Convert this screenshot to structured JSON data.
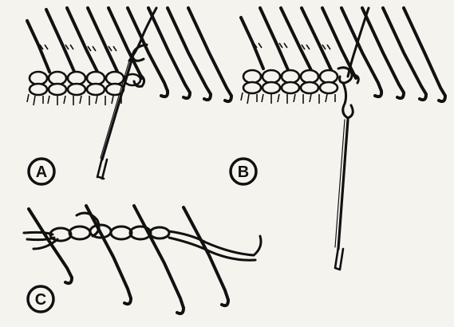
{
  "panels": [
    {
      "label": "A"
    },
    {
      "label": "B"
    },
    {
      "label": "C"
    }
  ],
  "colors": {
    "ink": "#111111",
    "paper": "#f4f3ee",
    "show_through": "#c9c8c2"
  }
}
